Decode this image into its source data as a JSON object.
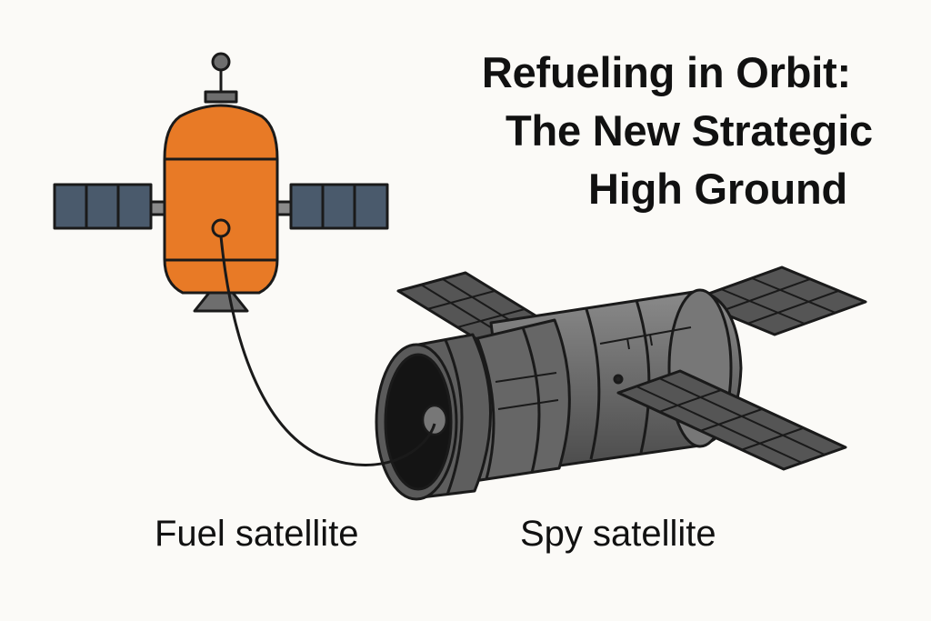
{
  "title": {
    "line1": "Refueling in Orbit:",
    "line2": "The New Strategic",
    "line3": "High Ground"
  },
  "labels": {
    "fuel_satellite": "Fuel satellite",
    "spy_satellite": "Spy satellite"
  },
  "colors": {
    "background": "#fbfaf7",
    "fuel_body": "#e87a26",
    "solar_panel_blue": "#4a5a6c",
    "spy_body": "#6f6f6f",
    "spy_panel": "#555555",
    "outline": "#1a1a1a"
  },
  "icons": [
    "fuel-satellite-icon",
    "spy-satellite-icon",
    "fuel-hose-icon"
  ]
}
